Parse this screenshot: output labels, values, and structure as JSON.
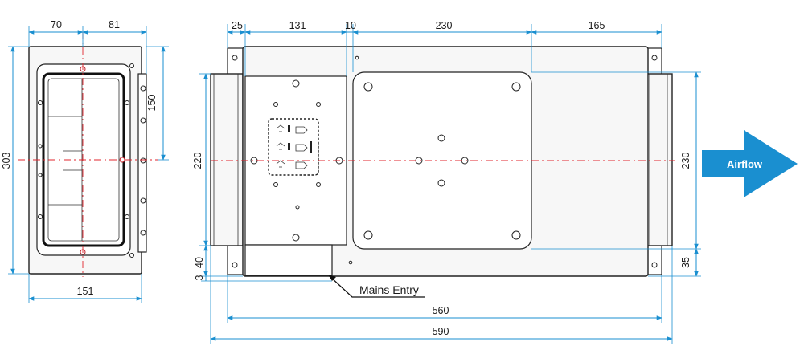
{
  "side_view": {
    "dims": {
      "top_left": "70",
      "top_right": "81",
      "height": "303",
      "inner_height": "150",
      "width": "151"
    }
  },
  "front_view": {
    "dims": {
      "top_a": "25",
      "top_b": "131",
      "top_c": "10",
      "top_d": "230",
      "top_e": "165",
      "left_height": "220",
      "left_small_a": "3",
      "left_small_b": "40",
      "right_height": "230",
      "right_small": "35",
      "bottom_inner": "560",
      "bottom_outer": "590"
    },
    "callout": "Mains Entry"
  },
  "airflow": {
    "label": "Airflow",
    "color": "#1a8fd0"
  },
  "colors": {
    "dimension_line": "#1a8fd0",
    "centerline": "#e0242c",
    "outline": "#222222"
  }
}
